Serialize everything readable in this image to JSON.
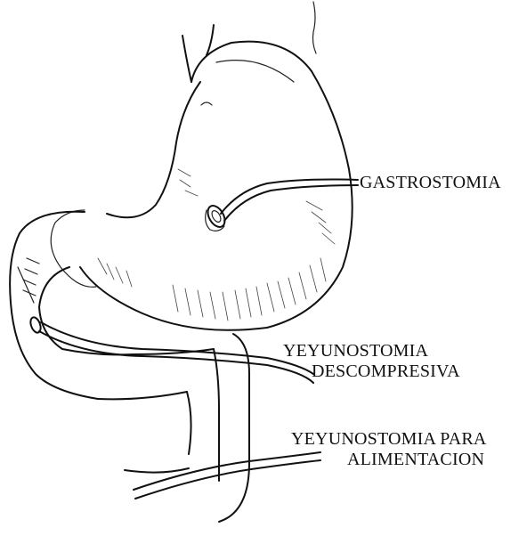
{
  "labels": {
    "gastrostomy": "GASTROSTOMIA",
    "decompressive_line1": "YEYUNOSTOMIA",
    "decompressive_line2": "DESCOMPRESIVA",
    "feeding_line1": "YEYUNOSTOMIA PARA",
    "feeding_line2": "ALIMENTACION"
  }
}
